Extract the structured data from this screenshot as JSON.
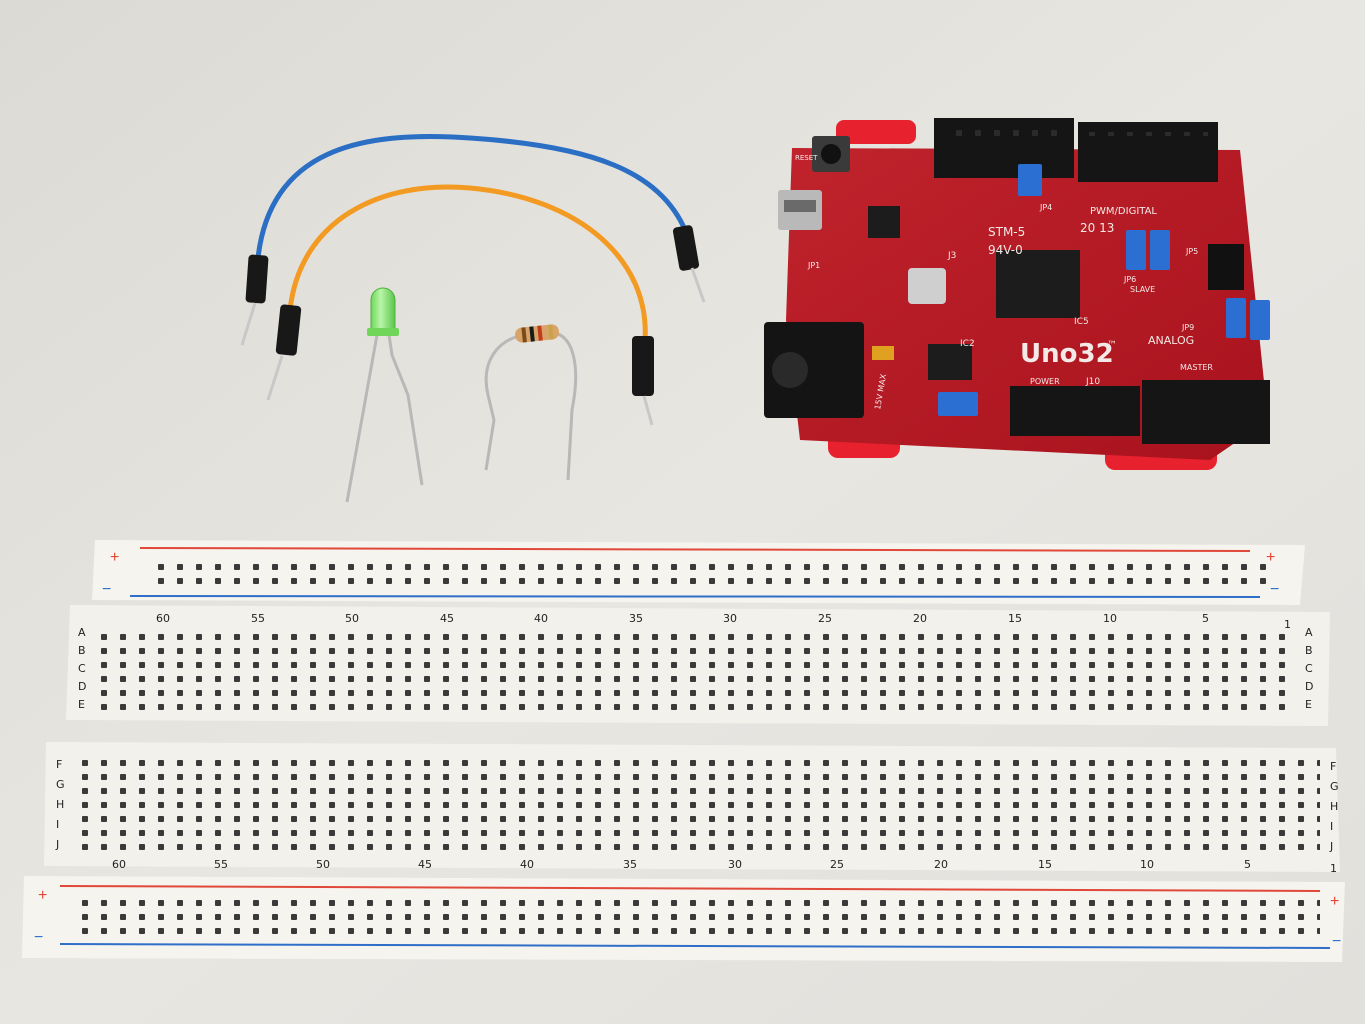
{
  "board": {
    "name": "Uno32",
    "tm": "™",
    "labels": {
      "stm": "STM-5",
      "cert": "94V-0",
      "pwm": "PWM/DIGITAL",
      "analog": "ANALOG",
      "power": "POWER",
      "reset": "RESET",
      "slave": "SLAVE",
      "master": "MASTER",
      "volt": "15V MAX",
      "ic5": "IC5",
      "ic2": "IC2",
      "j10": "J10",
      "j3": "J3",
      "jp1": "JP1",
      "jp4": "JP4",
      "jp5": "JP5",
      "jp6": "JP6",
      "jp9": "JP9",
      "year": "20 13"
    }
  },
  "breadboard": {
    "rows_top": [
      "A",
      "B",
      "C",
      "D",
      "E"
    ],
    "rows_bottom": [
      "F",
      "G",
      "H",
      "I",
      "J"
    ],
    "column_numbers": [
      "60",
      "55",
      "50",
      "45",
      "40",
      "35",
      "30",
      "25",
      "20",
      "15",
      "10",
      "5"
    ],
    "column_one": "1",
    "plus": "+",
    "minus": "−",
    "colors": {
      "red_rail": "#e0483a",
      "blue_rail": "#2f6fc9",
      "body": "#f5f3ee"
    }
  },
  "components": {
    "led_color": "#8fe07a",
    "wire_blue": "#2b6fc4",
    "wire_orange": "#f39a22",
    "resistor_body": "#d9a46a"
  }
}
